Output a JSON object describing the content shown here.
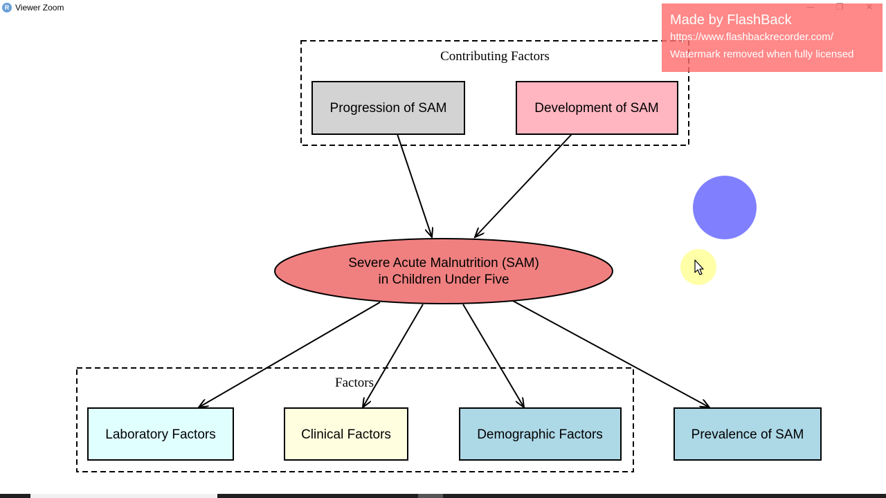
{
  "window": {
    "title": "Viewer Zoom",
    "app_icon_letter": "R",
    "minimize_glyph": "—",
    "maximize_glyph": "❐",
    "close_glyph": "✕"
  },
  "diagram": {
    "clusters": {
      "contributing": {
        "label": "Contributing Factors"
      },
      "factors": {
        "label": "Factors"
      }
    },
    "nodes": {
      "progression": {
        "label": "Progression of SAM",
        "fill": "#d3d3d3"
      },
      "development": {
        "label": "Development of SAM",
        "fill": "#ffb6c1"
      },
      "sam": {
        "line1": "Severe Acute Malnutrition (SAM)",
        "line2": "in Children Under Five",
        "fill": "#f08080"
      },
      "laboratory": {
        "label": "Laboratory Factors",
        "fill": "#e0ffff"
      },
      "clinical": {
        "label": "Clinical Factors",
        "fill": "#ffffe0"
      },
      "demographic": {
        "label": "Demographic Factors",
        "fill": "#add8e6"
      },
      "prevalence": {
        "label": "Prevalence of SAM",
        "fill": "#add8e6"
      }
    },
    "edges": [
      {
        "from": "progression",
        "to": "sam"
      },
      {
        "from": "development",
        "to": "sam"
      },
      {
        "from": "sam",
        "to": "laboratory"
      },
      {
        "from": "sam",
        "to": "clinical"
      },
      {
        "from": "sam",
        "to": "demographic"
      },
      {
        "from": "sam",
        "to": "prevalence"
      }
    ]
  },
  "watermark": {
    "title": "Made by FlashBack",
    "url": "https://www.flashbackrecorder.com/",
    "note": "Watermark removed when fully licensed"
  },
  "overlay": {
    "blue_dot_color": "#8080ff",
    "cursor_highlight_color": "#ffff99"
  }
}
